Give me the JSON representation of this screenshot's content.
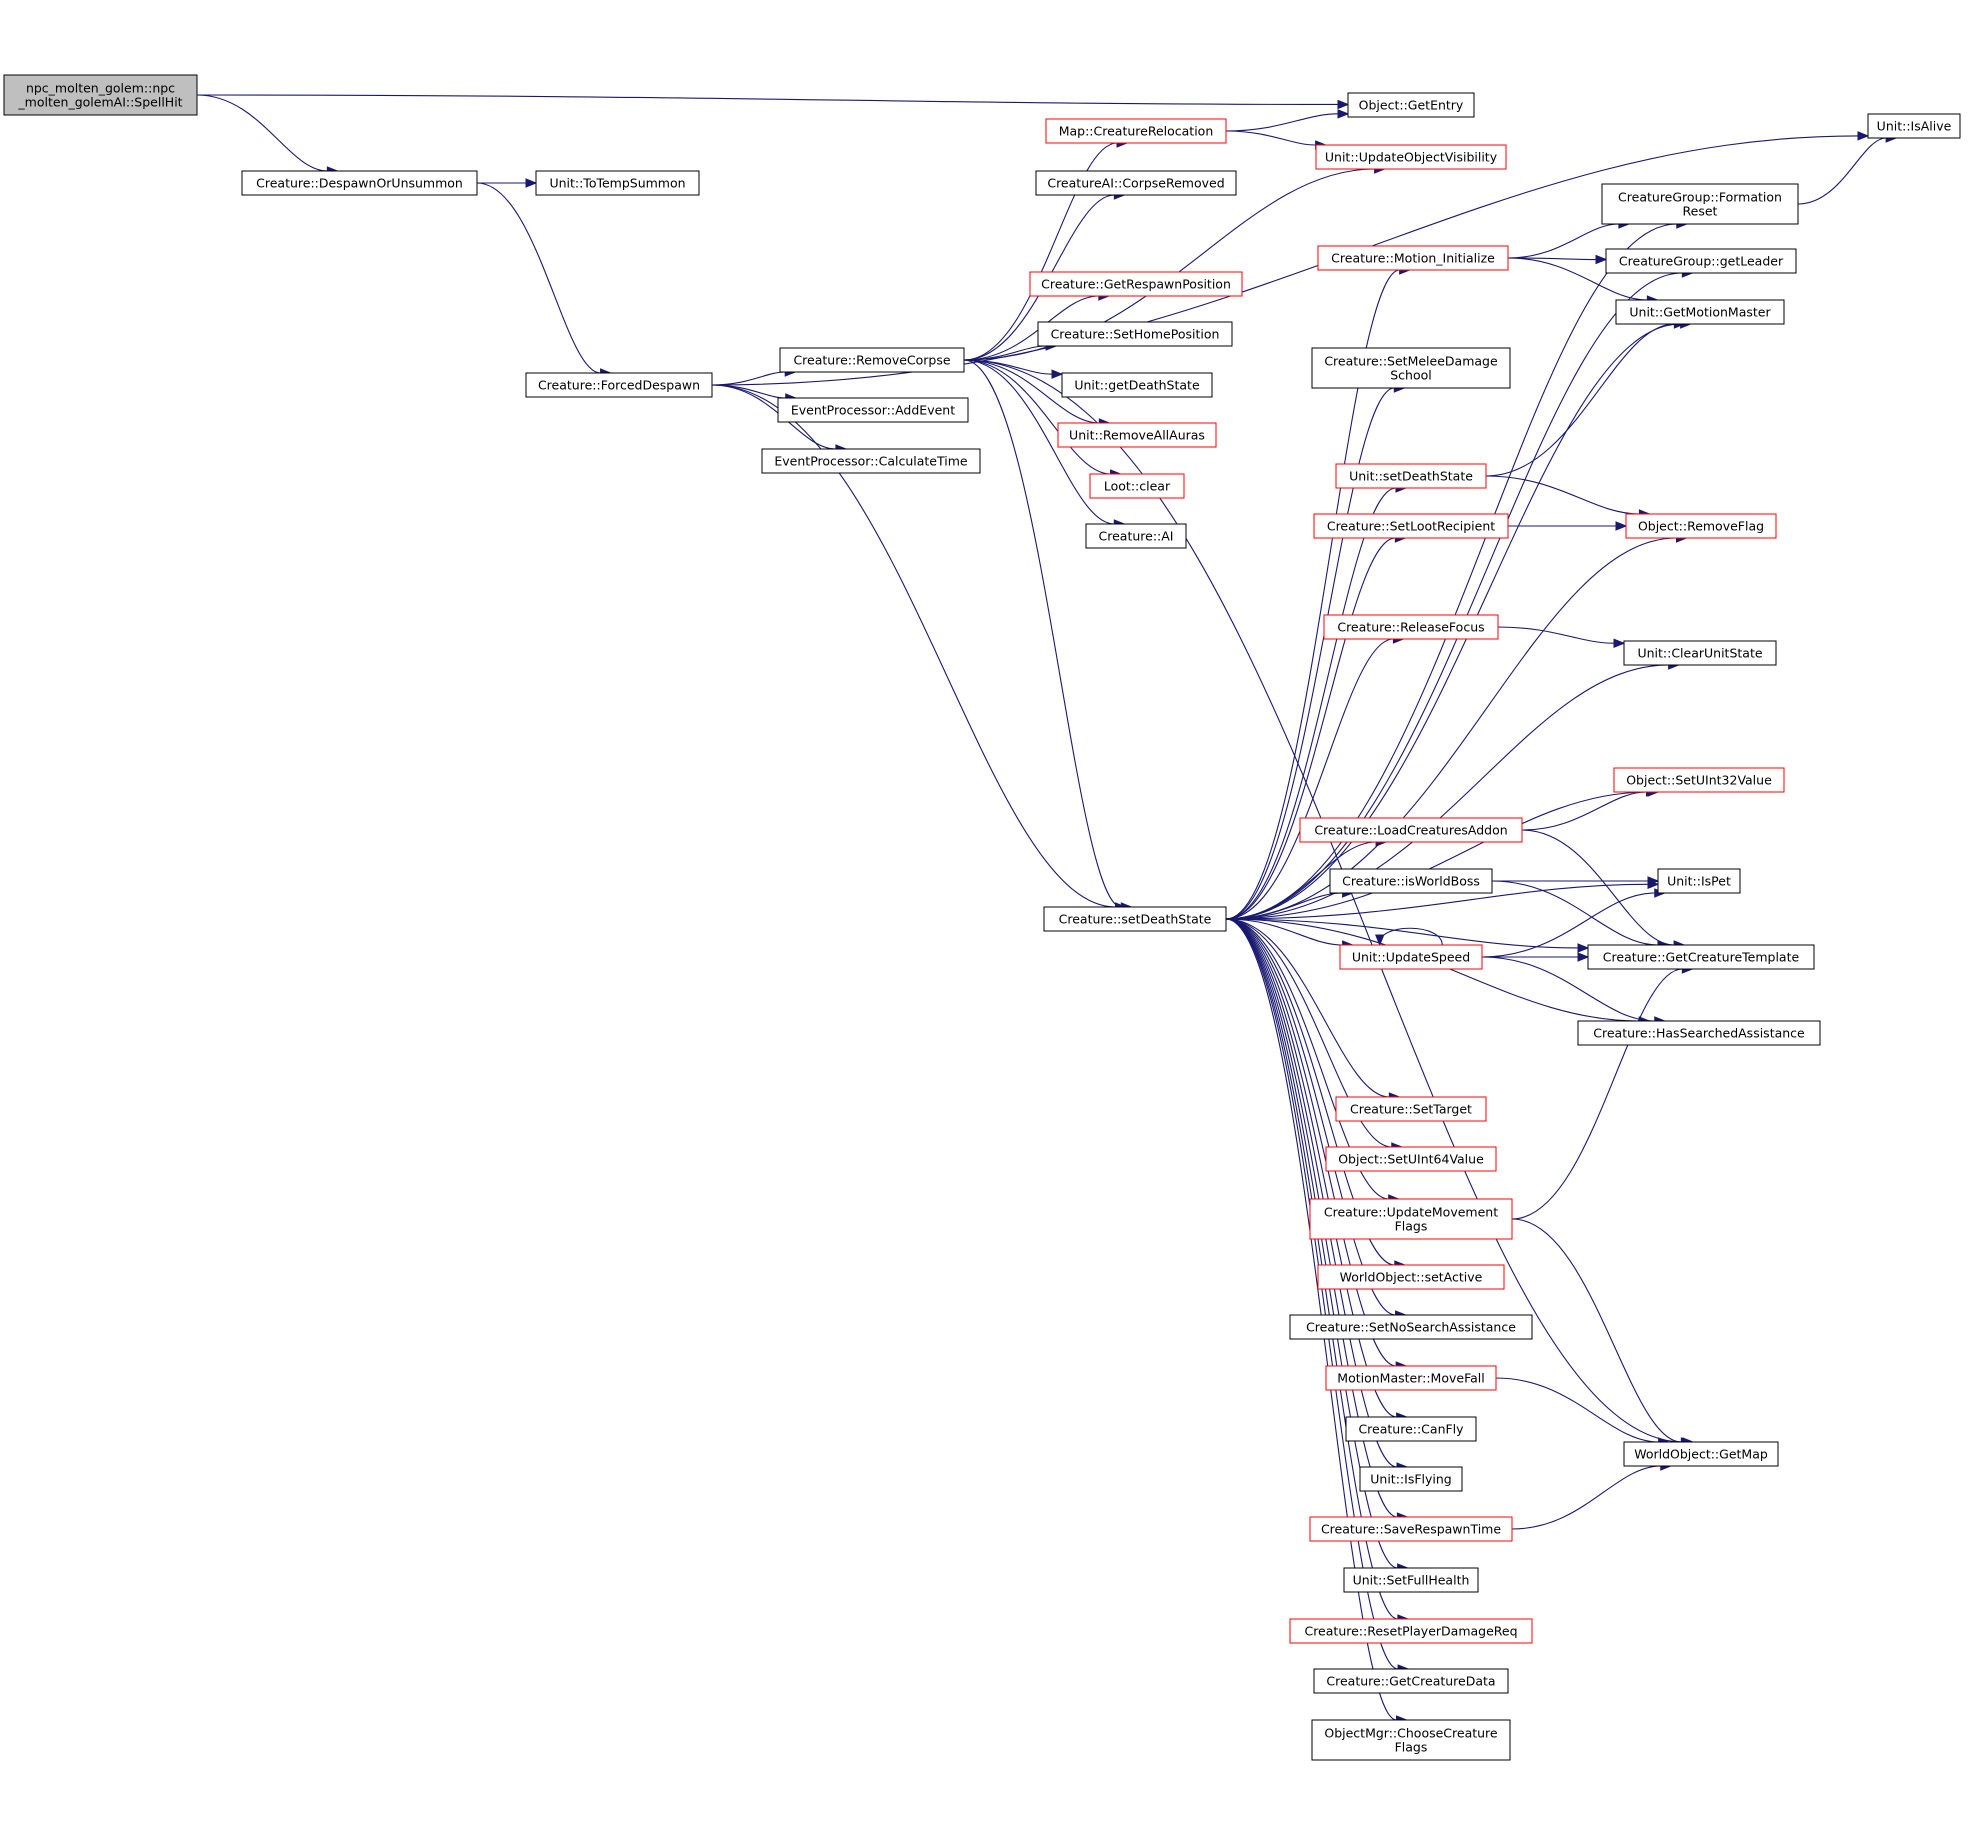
{
  "colors": {
    "edge": "#191970",
    "node_border": "#000000",
    "node_border_truncated": "#ff0000",
    "node_fill": "#ffffff",
    "root_fill": "#bfbfbf"
  },
  "nodes": [
    {
      "id": "root",
      "lines": [
        "npc_molten_golem::npc",
        "_molten_golemAI::SpellHit"
      ],
      "style": "root"
    },
    {
      "id": "despawnOrUnsummon",
      "lines": [
        "Creature::DespawnOrUnsummon"
      ],
      "style": "normal"
    },
    {
      "id": "toTempSummon",
      "lines": [
        "Unit::ToTempSummon"
      ],
      "style": "normal"
    },
    {
      "id": "forcedDespawn",
      "lines": [
        "Creature::ForcedDespawn"
      ],
      "style": "normal"
    },
    {
      "id": "removeCorpse",
      "lines": [
        "Creature::RemoveCorpse"
      ],
      "style": "normal"
    },
    {
      "id": "addEvent",
      "lines": [
        "EventProcessor::AddEvent"
      ],
      "style": "normal"
    },
    {
      "id": "calculateTime",
      "lines": [
        "EventProcessor::CalculateTime"
      ],
      "style": "normal"
    },
    {
      "id": "creatureRelocation",
      "lines": [
        "Map::CreatureRelocation"
      ],
      "style": "truncated"
    },
    {
      "id": "corpseRemoved",
      "lines": [
        "CreatureAI::CorpseRemoved"
      ],
      "style": "normal"
    },
    {
      "id": "getRespawnPosition",
      "lines": [
        "Creature::GetRespawnPosition"
      ],
      "style": "truncated"
    },
    {
      "id": "setHomePosition",
      "lines": [
        "Creature::SetHomePosition"
      ],
      "style": "normal"
    },
    {
      "id": "getDeathState",
      "lines": [
        "Unit::getDeathState"
      ],
      "style": "normal"
    },
    {
      "id": "removeAllAuras",
      "lines": [
        "Unit::RemoveAllAuras"
      ],
      "style": "truncated"
    },
    {
      "id": "lootClear",
      "lines": [
        "Loot::clear"
      ],
      "style": "truncated"
    },
    {
      "id": "creatureAI",
      "lines": [
        "Creature::AI"
      ],
      "style": "normal"
    },
    {
      "id": "getEntry",
      "lines": [
        "Object::GetEntry"
      ],
      "style": "normal"
    },
    {
      "id": "updateObjectVisibility",
      "lines": [
        "Unit::UpdateObjectVisibility"
      ],
      "style": "truncated"
    },
    {
      "id": "isAlive",
      "lines": [
        "Unit::IsAlive"
      ],
      "style": "normal"
    },
    {
      "id": "formationReset",
      "lines": [
        "CreatureGroup::Formation",
        "Reset"
      ],
      "style": "normal"
    },
    {
      "id": "motionInitialize",
      "lines": [
        "Creature::Motion_Initialize"
      ],
      "style": "truncated"
    },
    {
      "id": "getLeader",
      "lines": [
        "CreatureGroup::getLeader"
      ],
      "style": "normal"
    },
    {
      "id": "getMotionMaster",
      "lines": [
        "Unit::GetMotionMaster"
      ],
      "style": "normal"
    },
    {
      "id": "setMeleeDamageSchool",
      "lines": [
        "Creature::SetMeleeDamage",
        "School"
      ],
      "style": "normal"
    },
    {
      "id": "unitSetDeathState",
      "lines": [
        "Unit::setDeathState"
      ],
      "style": "truncated"
    },
    {
      "id": "removeFlag",
      "lines": [
        "Object::RemoveFlag"
      ],
      "style": "truncated"
    },
    {
      "id": "setLootRecipient",
      "lines": [
        "Creature::SetLootRecipient"
      ],
      "style": "truncated"
    },
    {
      "id": "releaseFocus",
      "lines": [
        "Creature::ReleaseFocus"
      ],
      "style": "truncated"
    },
    {
      "id": "clearUnitState",
      "lines": [
        "Unit::ClearUnitState"
      ],
      "style": "normal"
    },
    {
      "id": "setUInt32Value",
      "lines": [
        "Object::SetUInt32Value"
      ],
      "style": "truncated"
    },
    {
      "id": "loadCreaturesAddon",
      "lines": [
        "Creature::LoadCreaturesAddon"
      ],
      "style": "truncated"
    },
    {
      "id": "isWorldBoss",
      "lines": [
        "Creature::isWorldBoss"
      ],
      "style": "normal"
    },
    {
      "id": "isPet",
      "lines": [
        "Unit::IsPet"
      ],
      "style": "normal"
    },
    {
      "id": "creatureSetDeathState",
      "lines": [
        "Creature::setDeathState"
      ],
      "style": "normal"
    },
    {
      "id": "updateSpeed",
      "lines": [
        "Unit::UpdateSpeed"
      ],
      "style": "truncated"
    },
    {
      "id": "getCreatureTemplate",
      "lines": [
        "Creature::GetCreatureTemplate"
      ],
      "style": "normal"
    },
    {
      "id": "hasSearchedAssistance",
      "lines": [
        "Creature::HasSearchedAssistance"
      ],
      "style": "normal"
    },
    {
      "id": "setTarget",
      "lines": [
        "Creature::SetTarget"
      ],
      "style": "truncated"
    },
    {
      "id": "setUInt64Value",
      "lines": [
        "Object::SetUInt64Value"
      ],
      "style": "truncated"
    },
    {
      "id": "updateMovementFlags",
      "lines": [
        "Creature::UpdateMovement",
        "Flags"
      ],
      "style": "truncated"
    },
    {
      "id": "setActive",
      "lines": [
        "WorldObject::setActive"
      ],
      "style": "truncated"
    },
    {
      "id": "setNoSearchAssistance",
      "lines": [
        "Creature::SetNoSearchAssistance"
      ],
      "style": "normal"
    },
    {
      "id": "moveFall",
      "lines": [
        "MotionMaster::MoveFall"
      ],
      "style": "truncated"
    },
    {
      "id": "canFly",
      "lines": [
        "Creature::CanFly"
      ],
      "style": "normal"
    },
    {
      "id": "getMap",
      "lines": [
        "WorldObject::GetMap"
      ],
      "style": "normal"
    },
    {
      "id": "isFlying",
      "lines": [
        "Unit::IsFlying"
      ],
      "style": "normal"
    },
    {
      "id": "saveRespawnTime",
      "lines": [
        "Creature::SaveRespawnTime"
      ],
      "style": "truncated"
    },
    {
      "id": "setFullHealth",
      "lines": [
        "Unit::SetFullHealth"
      ],
      "style": "normal"
    },
    {
      "id": "resetPlayerDamageReq",
      "lines": [
        "Creature::ResetPlayerDamageReq"
      ],
      "style": "truncated"
    },
    {
      "id": "getCreatureData",
      "lines": [
        "Creature::GetCreatureData"
      ],
      "style": "normal"
    },
    {
      "id": "chooseCreatureFlags",
      "lines": [
        "ObjectMgr::ChooseCreature",
        "Flags"
      ],
      "style": "normal"
    }
  ],
  "edges": [
    [
      "root",
      "despawnOrUnsummon"
    ],
    [
      "root",
      "getEntry"
    ],
    [
      "despawnOrUnsummon",
      "toTempSummon"
    ],
    [
      "despawnOrUnsummon",
      "forcedDespawn"
    ],
    [
      "forcedDespawn",
      "removeCorpse"
    ],
    [
      "forcedDespawn",
      "addEvent"
    ],
    [
      "forcedDespawn",
      "calculateTime"
    ],
    [
      "forcedDespawn",
      "isAlive"
    ],
    [
      "forcedDespawn",
      "creatureSetDeathState"
    ],
    [
      "removeCorpse",
      "creatureRelocation"
    ],
    [
      "removeCorpse",
      "corpseRemoved"
    ],
    [
      "removeCorpse",
      "getRespawnPosition"
    ],
    [
      "removeCorpse",
      "setHomePosition"
    ],
    [
      "removeCorpse",
      "getDeathState"
    ],
    [
      "removeCorpse",
      "removeAllAuras"
    ],
    [
      "removeCorpse",
      "lootClear"
    ],
    [
      "removeCorpse",
      "creatureAI"
    ],
    [
      "removeCorpse",
      "updateObjectVisibility"
    ],
    [
      "removeCorpse",
      "creatureSetDeathState"
    ],
    [
      "removeCorpse",
      "getMap"
    ],
    [
      "creatureRelocation",
      "getEntry"
    ],
    [
      "creatureRelocation",
      "updateObjectVisibility"
    ],
    [
      "formationReset",
      "isAlive"
    ],
    [
      "motionInitialize",
      "formationReset"
    ],
    [
      "motionInitialize",
      "getLeader"
    ],
    [
      "motionInitialize",
      "getMotionMaster"
    ],
    [
      "unitSetDeathState",
      "getMotionMaster"
    ],
    [
      "unitSetDeathState",
      "removeFlag"
    ],
    [
      "setLootRecipient",
      "removeFlag"
    ],
    [
      "releaseFocus",
      "clearUnitState"
    ],
    [
      "loadCreaturesAddon",
      "setUInt32Value"
    ],
    [
      "loadCreaturesAddon",
      "getCreatureTemplate"
    ],
    [
      "isWorldBoss",
      "isPet"
    ],
    [
      "isWorldBoss",
      "getCreatureTemplate"
    ],
    [
      "updateSpeed",
      "updateSpeed"
    ],
    [
      "updateSpeed",
      "isPet"
    ],
    [
      "updateSpeed",
      "getCreatureTemplate"
    ],
    [
      "updateSpeed",
      "hasSearchedAssistance"
    ],
    [
      "updateMovementFlags",
      "getCreatureTemplate"
    ],
    [
      "updateMovementFlags",
      "getMap"
    ],
    [
      "moveFall",
      "getMap"
    ],
    [
      "saveRespawnTime",
      "getMap"
    ],
    [
      "creatureSetDeathState",
      "formationReset"
    ],
    [
      "creatureSetDeathState",
      "motionInitialize"
    ],
    [
      "creatureSetDeathState",
      "getLeader"
    ],
    [
      "creatureSetDeathState",
      "getMotionMaster"
    ],
    [
      "creatureSetDeathState",
      "setMeleeDamageSchool"
    ],
    [
      "creatureSetDeathState",
      "unitSetDeathState"
    ],
    [
      "creatureSetDeathState",
      "setLootRecipient"
    ],
    [
      "creatureSetDeathState",
      "removeFlag"
    ],
    [
      "creatureSetDeathState",
      "releaseFocus"
    ],
    [
      "creatureSetDeathState",
      "clearUnitState"
    ],
    [
      "creatureSetDeathState",
      "setUInt32Value"
    ],
    [
      "creatureSetDeathState",
      "isPet"
    ],
    [
      "creatureSetDeathState",
      "loadCreaturesAddon"
    ],
    [
      "creatureSetDeathState",
      "isWorldBoss"
    ],
    [
      "creatureSetDeathState",
      "updateSpeed"
    ],
    [
      "creatureSetDeathState",
      "getCreatureTemplate"
    ],
    [
      "creatureSetDeathState",
      "hasSearchedAssistance"
    ],
    [
      "creatureSetDeathState",
      "setTarget"
    ],
    [
      "creatureSetDeathState",
      "setUInt64Value"
    ],
    [
      "creatureSetDeathState",
      "updateMovementFlags"
    ],
    [
      "creatureSetDeathState",
      "setActive"
    ],
    [
      "creatureSetDeathState",
      "setNoSearchAssistance"
    ],
    [
      "creatureSetDeathState",
      "moveFall"
    ],
    [
      "creatureSetDeathState",
      "canFly"
    ],
    [
      "creatureSetDeathState",
      "isFlying"
    ],
    [
      "creatureSetDeathState",
      "saveRespawnTime"
    ],
    [
      "creatureSetDeathState",
      "setFullHealth"
    ],
    [
      "creatureSetDeathState",
      "resetPlayerDamageReq"
    ],
    [
      "creatureSetDeathState",
      "getCreatureData"
    ],
    [
      "creatureSetDeathState",
      "chooseCreatureFlags"
    ]
  ]
}
